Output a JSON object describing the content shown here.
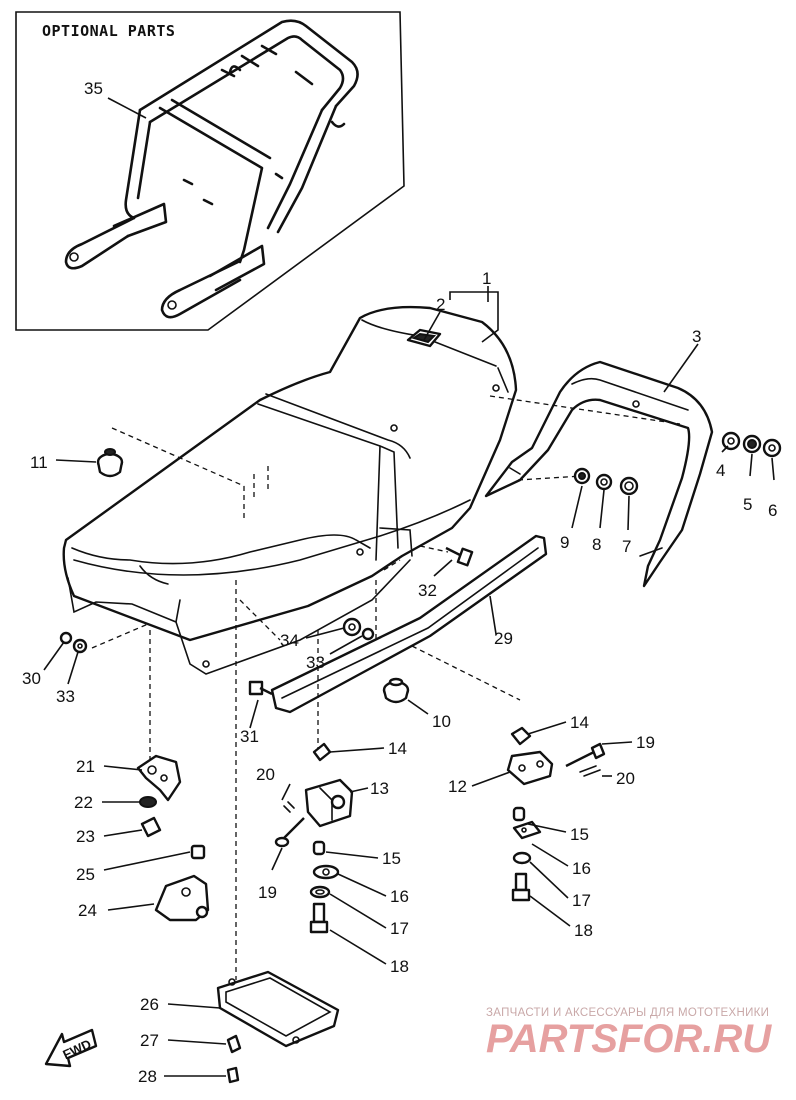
{
  "optional_parts_title": "OPTIONAL PARTS",
  "direction_label": "FWD",
  "watermark": {
    "subtitle": "ЗАПЧАСТИ И АКСЕССУАРЫ ДЛЯ МОТОТЕХНИКИ",
    "brand": "PARTSFOR.RU"
  },
  "callouts": {
    "c1": "1",
    "c2": "2",
    "c3": "3",
    "c4": "4",
    "c5": "5",
    "c6": "6",
    "c7": "7",
    "c8": "8",
    "c9": "9",
    "c10": "10",
    "c11": "11",
    "c12": "12",
    "c13": "13",
    "c14a": "14",
    "c14b": "14",
    "c15a": "15",
    "c15b": "15",
    "c16a": "16",
    "c16b": "16",
    "c17a": "17",
    "c17b": "17",
    "c18a": "18",
    "c18b": "18",
    "c19a": "19",
    "c19b": "19",
    "c20a": "20",
    "c20b": "20",
    "c21": "21",
    "c22": "22",
    "c23": "23",
    "c24": "24",
    "c25": "25",
    "c26": "26",
    "c27": "27",
    "c28": "28",
    "c29": "29",
    "c30": "30",
    "c31": "31",
    "c32": "32",
    "c33a": "33",
    "c33b": "33",
    "c34": "34",
    "c35": "35"
  }
}
